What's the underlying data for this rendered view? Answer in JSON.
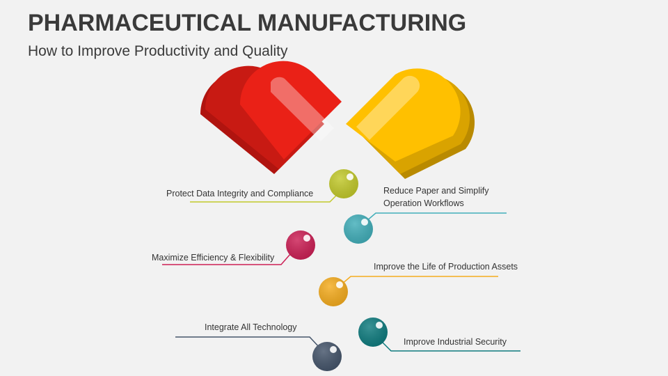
{
  "header": {
    "title": "PHARMACEUTICAL MANUFACTURING",
    "subtitle": "How to Improve Productivity and Quality"
  },
  "colors": {
    "background": "#f2f2f2",
    "capsule_red": "#e8231b",
    "capsule_yellow": "#ffc000"
  },
  "items": [
    {
      "label": "Protect Data Integrity and Compliance",
      "color": "#c2c92a"
    },
    {
      "label_lines": [
        "Reduce Paper and Simplify",
        "Operation Workflows"
      ],
      "color": "#41aeb9"
    },
    {
      "label": "Maximize Efficiency & Flexibility",
      "color": "#cc1f55"
    },
    {
      "label": "Improve the Life of Production Assets",
      "color": "#f5ac1e"
    },
    {
      "label": "Integrate All Technology",
      "color": "#44546a"
    },
    {
      "label": "Improve Industrial Security",
      "color": "#0e7b7e"
    }
  ]
}
